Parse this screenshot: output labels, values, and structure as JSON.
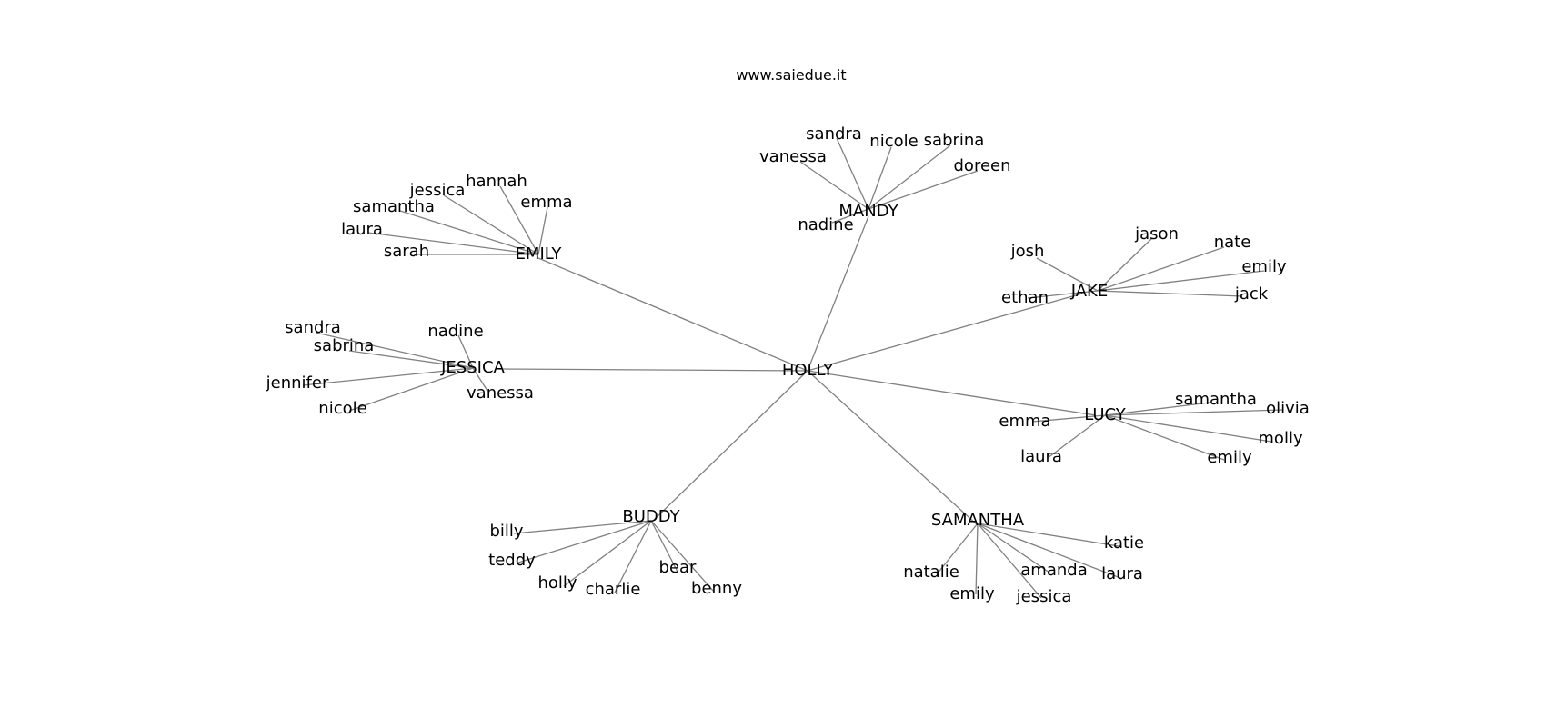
{
  "watermark": "www.saiedue.it",
  "center": "HOLLY",
  "hubs": [
    {
      "name": "MANDY",
      "children": [
        "sandra",
        "nicole",
        "sabrina",
        "vanessa",
        "doreen",
        "nadine"
      ]
    },
    {
      "name": "EMILY",
      "children": [
        "hannah",
        "jessica",
        "emma",
        "samantha",
        "laura",
        "sarah"
      ]
    },
    {
      "name": "JAKE",
      "children": [
        "jason",
        "nate",
        "josh",
        "emily",
        "jack",
        "ethan"
      ]
    },
    {
      "name": "JESSICA",
      "children": [
        "nadine",
        "sandra",
        "sabrina",
        "jennifer",
        "nicole",
        "vanessa"
      ]
    },
    {
      "name": "LUCY",
      "children": [
        "samantha",
        "olivia",
        "emma",
        "molly",
        "laura",
        "emily"
      ]
    },
    {
      "name": "BUDDY",
      "children": [
        "billy",
        "teddy",
        "bear",
        "holly",
        "charlie",
        "benny"
      ]
    },
    {
      "name": "SAMANTHA",
      "children": [
        "katie",
        "natalie",
        "amanda",
        "laura",
        "emily",
        "jessica"
      ]
    }
  ]
}
